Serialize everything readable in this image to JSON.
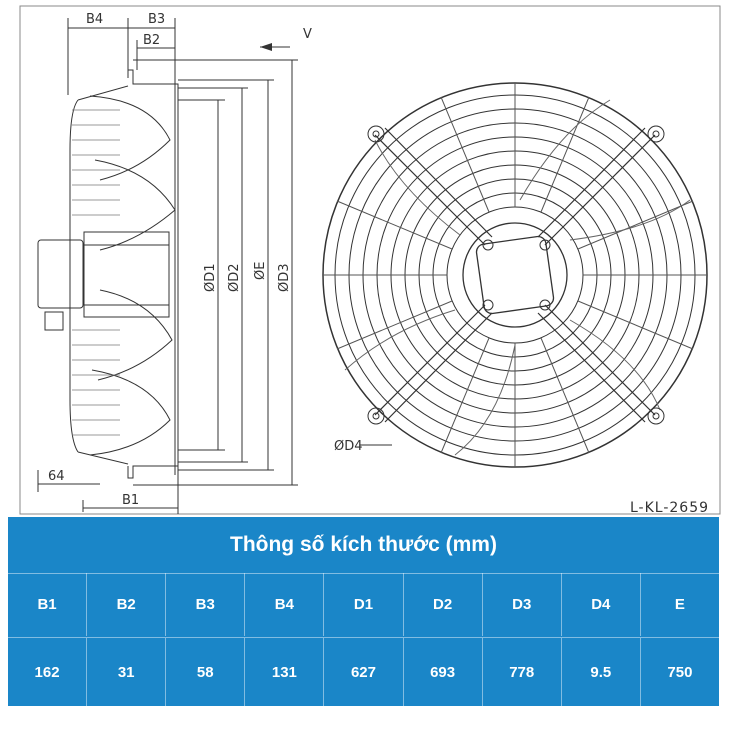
{
  "drawing": {
    "code": "L-KL-2659",
    "view_marker": "V",
    "side_labels": {
      "b4": "B4",
      "b3": "B3",
      "b2": "B2",
      "b1": "B1",
      "d1": "ØD1",
      "d2": "ØD2",
      "e": "ØE",
      "d3": "ØD3",
      "offset": "64",
      "d4": "ØD4"
    }
  },
  "table": {
    "title": "Thông số kích thước (mm)",
    "headers": [
      "B1",
      "B2",
      "B3",
      "B4",
      "D1",
      "D2",
      "D3",
      "D4",
      "E"
    ],
    "values": [
      "162",
      "31",
      "58",
      "131",
      "627",
      "693",
      "778",
      "9.5",
      "750"
    ]
  },
  "colors": {
    "table_bg": "#1a86c8",
    "line": "#333333"
  }
}
